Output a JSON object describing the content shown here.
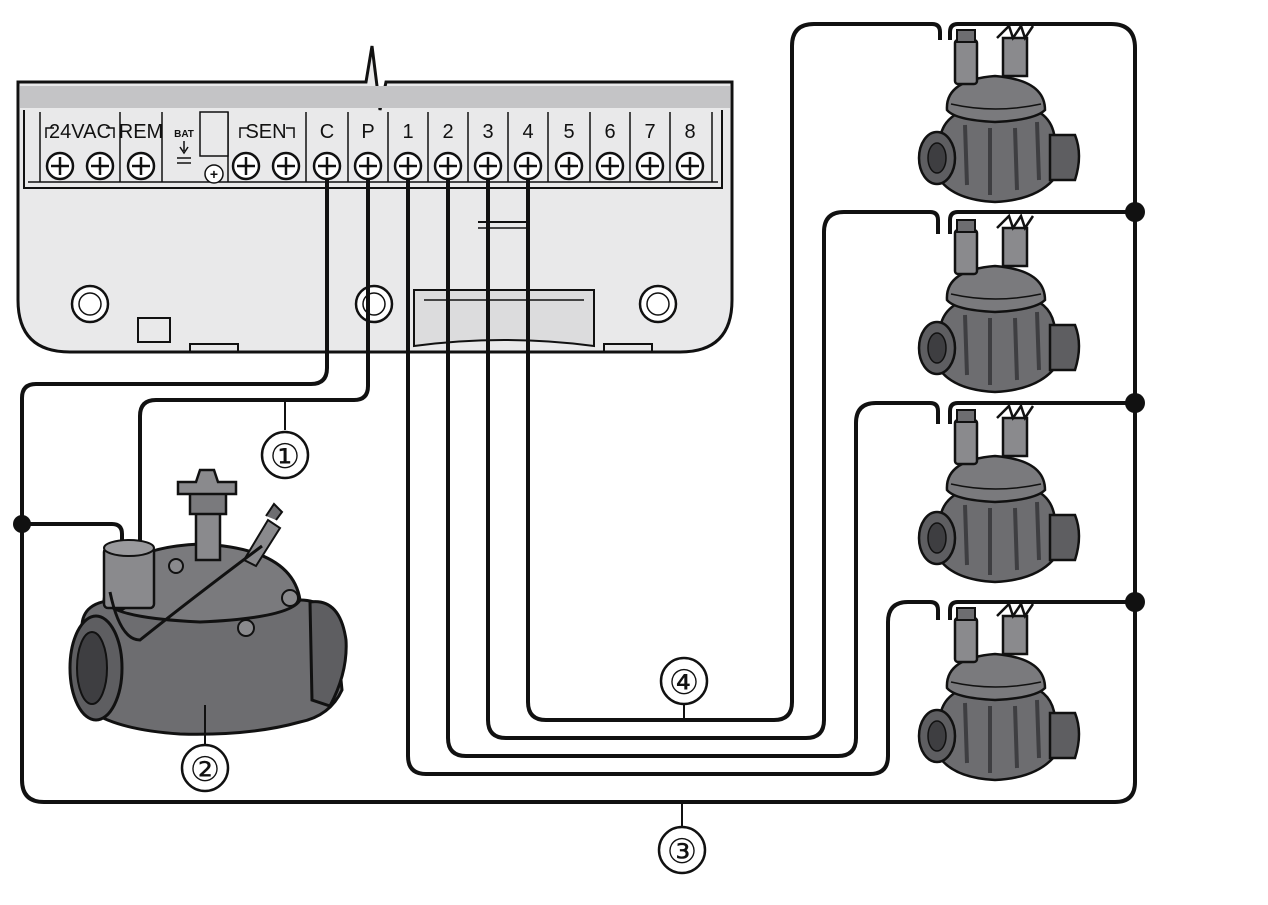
{
  "controller": {
    "header_24vac": "24VAC",
    "header_rem": "REM",
    "header_bat": "BAT",
    "bat_plus": "+",
    "header_sen": "SEN",
    "header_c": "C",
    "header_p": "P",
    "zones": [
      "1",
      "2",
      "3",
      "4",
      "5",
      "6",
      "7",
      "8"
    ]
  },
  "callouts": [
    "①",
    "②",
    "③",
    "④"
  ],
  "colors": {
    "line": "#111111",
    "body": "#e9e9ea",
    "strip": "#c4c4c6",
    "valve": "#6d6d70",
    "valve_dark": "#4a4a4d"
  }
}
